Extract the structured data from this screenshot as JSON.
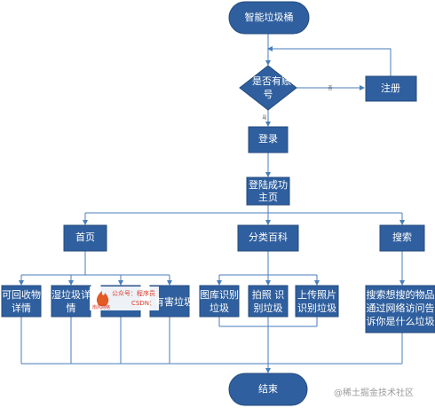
{
  "colors": {
    "node_fill": "#2f5f9e",
    "node_stroke": "#244b7d",
    "edge": "#4a7ebb",
    "terminal_fill": "#2f5f9e",
    "watermark": "#9a9a9a",
    "stamp": "#d93a2a"
  },
  "nodes": {
    "start": "智能垃圾桶",
    "decision": [
      "是否有账",
      "号"
    ],
    "register": "注册",
    "login": "登录",
    "login_success": [
      "登陆成功",
      "主页"
    ],
    "home": "首页",
    "category": "分类百科",
    "search": "搜索",
    "recyclable": [
      "可回收物",
      "详情"
    ],
    "wet": [
      "湿垃圾详",
      "情"
    ],
    "hazardous_tail": "有害垃圾",
    "gallery": [
      "图库识别",
      "垃圾"
    ],
    "photo": [
      "拍照 识",
      "别垃圾"
    ],
    "upload": [
      "上传照片",
      "识别垃圾"
    ],
    "search_desc": [
      "搜索想搜的物品",
      "通过网络访问告",
      "诉你是什么垃圾"
    ],
    "end": "结束"
  },
  "edge_labels": {
    "no": "否",
    "yes": "是"
  },
  "stamp": {
    "top": "公众号：程序员",
    "mid": "CSDN：",
    "brand": "南风网络"
  },
  "watermark": "@稀土掘金技术社区"
}
